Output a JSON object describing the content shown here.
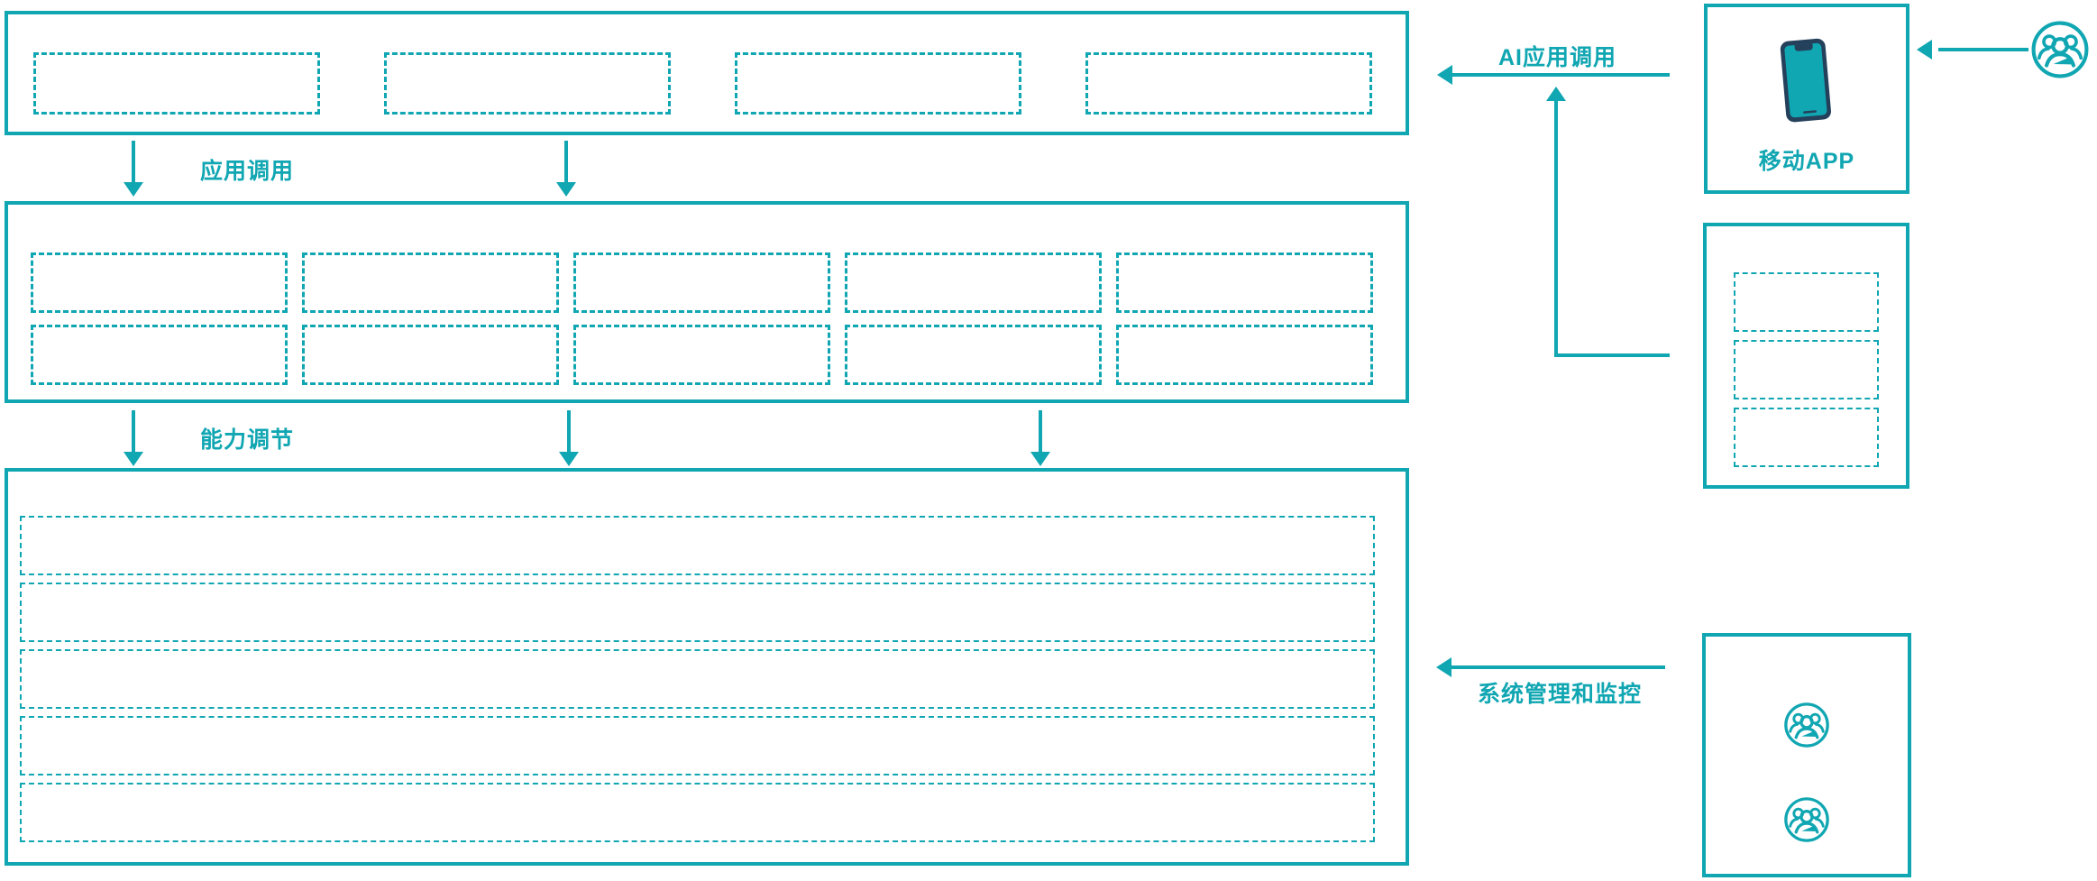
{
  "diagram": {
    "colors": {
      "accent": "#10A6B2",
      "phone_navy": "#24405B"
    },
    "left_column": {
      "app_layer": {
        "placeholder_count": 4
      },
      "flow_app_call": {
        "label": "应用调用"
      },
      "capability_layer": {
        "placeholder_count": 10,
        "columns": 5
      },
      "flow_capability": {
        "label": "能力调节"
      },
      "base_layer": {
        "placeholder_count": 5
      }
    },
    "right_column": {
      "ai_call_flow": {
        "label": "AI应用调用"
      },
      "mobile_app_box": {
        "label": "移动APP",
        "icon": "smartphone-icon"
      },
      "gateway_box": {
        "placeholder_count": 3
      },
      "system_admin_flow": {
        "label": "系统管理和监控"
      },
      "admin_box": {
        "icon": "users-icon",
        "icon_count": 2
      },
      "end_user": {
        "icon": "users-icon"
      }
    }
  }
}
